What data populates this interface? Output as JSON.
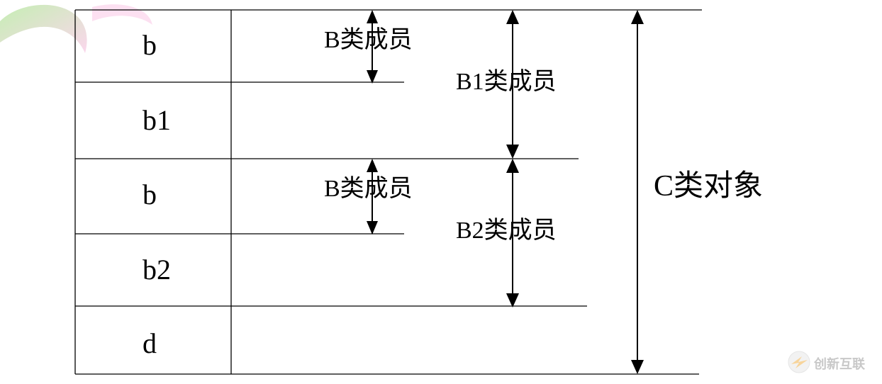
{
  "cells": [
    "b",
    "b1",
    "b",
    "b2",
    "d"
  ],
  "member_labels": {
    "b_first": "B类成员",
    "b1": "B1类成员",
    "b_second": "B类成员",
    "b2": "B2类成员"
  },
  "object_label": "C类对象",
  "watermark": {
    "text": "创新互联",
    "logo_icon": "chuangxin-logo-icon",
    "color": "#c8c8c8"
  },
  "decor": {
    "top_left_blob_colors": [
      "#7ed957",
      "#f6a6d6"
    ]
  }
}
